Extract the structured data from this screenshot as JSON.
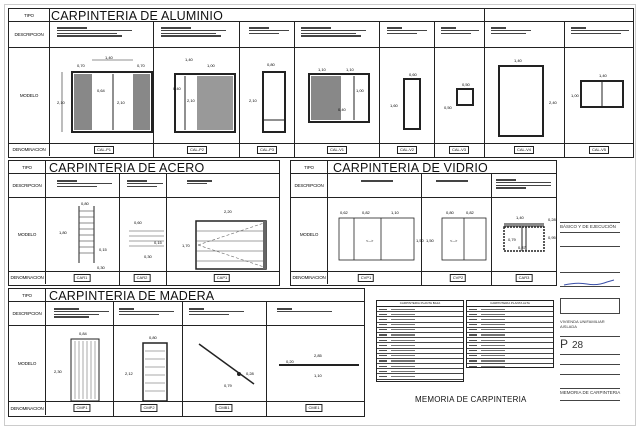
{
  "sheet": {
    "memo_title": "MEMORIA DE CARPINTERIA",
    "cartouche": {
      "phase": "BÁSICO Y DE EJECUCIÓN",
      "project": "VIVIENDA UNIFAMILIAR AISLADA",
      "plan_prefix": "P",
      "plan_number": "28",
      "plan_title": "MEMORIA DE CARPINTERIA"
    }
  },
  "labels": {
    "tipo": "TIPO",
    "descripcion": "DESCRIPCION",
    "modelo": "MODELO",
    "denominacion": "DENOMINACION"
  },
  "aluminio": {
    "title": "CARPINTERIA DE ALUMINIO",
    "items": [
      {
        "tag": "CAL-P1",
        "dims": [
          "1,40",
          "0,70",
          "0,70",
          "0,64",
          "2,10",
          "2,10"
        ]
      },
      {
        "tag": "CAL-P2",
        "dims": [
          "1,40",
          "1,00",
          "0,40",
          "2,10"
        ]
      },
      {
        "tag": "CAL-P3",
        "dims": [
          "0,80",
          "2,10"
        ]
      },
      {
        "tag": "CAL-V1",
        "dims": [
          "1,10",
          "1,10",
          "1,00",
          "0,40"
        ]
      },
      {
        "tag": "CAL-V2",
        "dims": [
          "0,60",
          "1,60"
        ]
      },
      {
        "tag": "CAL-V3",
        "dims": [
          "0,50",
          "0,50"
        ]
      },
      {
        "tag": "CAL-V4",
        "dims": [
          "1,40",
          "2,40"
        ]
      },
      {
        "tag": "CAL-V5",
        "dims": [
          "1,40",
          "1,00"
        ]
      }
    ]
  },
  "acero": {
    "title": "CARPINTERIA DE ACERO",
    "items": [
      {
        "tag": "CAR1",
        "dims": [
          "0,80",
          "1,80",
          "0,15",
          "0,30"
        ]
      },
      {
        "tag": "CAR2",
        "dims": [
          "0,60",
          "0,15",
          "0,30"
        ]
      },
      {
        "tag": "CAP1",
        "dims": [
          "2,20",
          "1,70"
        ]
      }
    ]
  },
  "vidrio": {
    "title": "CARPINTERIA DE VIDRIO",
    "items": [
      {
        "tag": "CVP1",
        "dims": [
          "0,62",
          "0,82",
          "1,10",
          "1,50"
        ]
      },
      {
        "tag": "CVP2",
        "dims": [
          "0,80",
          "0,82",
          "1,50",
          "1,50"
        ]
      },
      {
        "tag": "CAR3",
        "dims": [
          "1,40",
          "0,28",
          "0,79",
          "0,95",
          "0,87"
        ]
      }
    ]
  },
  "madera": {
    "title": "CARPINTERIA DE MADERA",
    "items": [
      {
        "tag": "CMP1",
        "dims": [
          "0,84",
          "2,30"
        ]
      },
      {
        "tag": "CMP2",
        "dims": [
          "0,80",
          "2,12"
        ]
      },
      {
        "tag": "CMB1",
        "dims": [
          "0,28",
          "0,79"
        ]
      },
      {
        "tag": "CME1",
        "dims": [
          "2,85",
          "0,20",
          "1,10"
        ]
      }
    ]
  },
  "schedules": [
    {
      "title": "CARPINTERIA PLANTA BAJA",
      "rows": 20
    },
    {
      "title": "CARPINTERIA PLANTA ALTA",
      "rows": 16
    }
  ]
}
